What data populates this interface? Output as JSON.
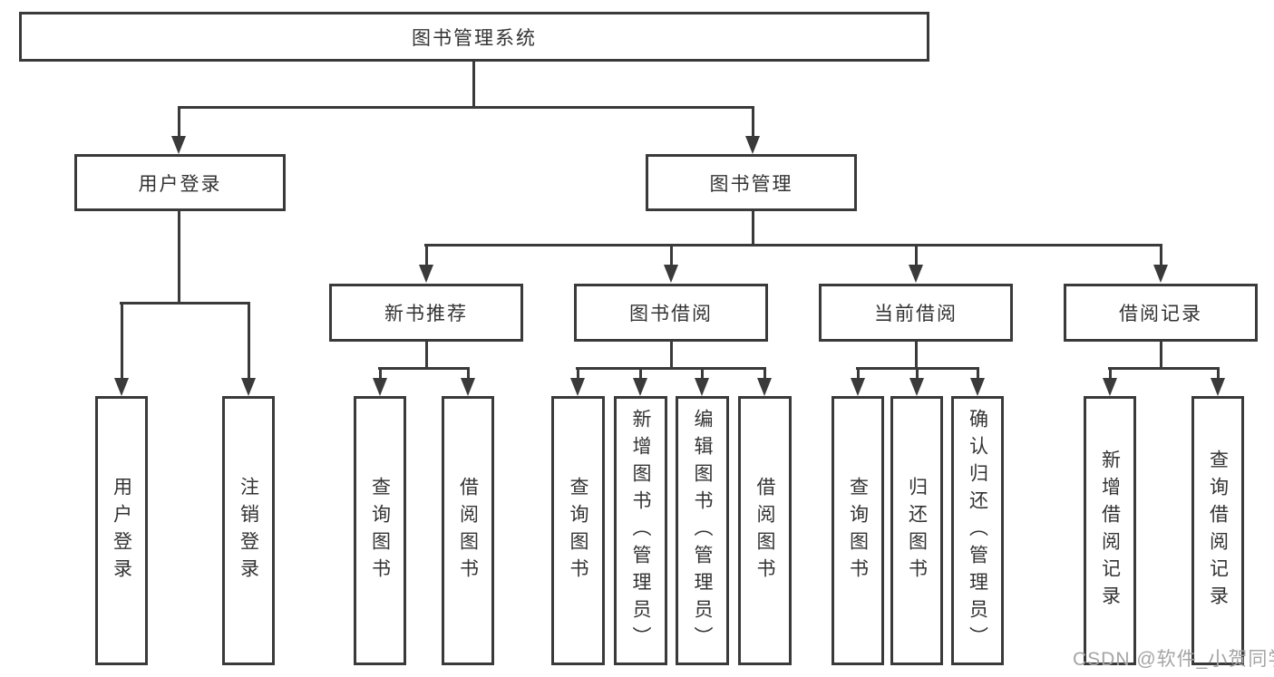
{
  "diagram": {
    "root": {
      "label": "图书管理系统"
    },
    "level2": [
      {
        "label": "用户登录"
      },
      {
        "label": "图书管理"
      }
    ],
    "level3": [
      {
        "label": "新书推荐"
      },
      {
        "label": "图书借阅"
      },
      {
        "label": "当前借阅"
      },
      {
        "label": "借阅记录"
      }
    ],
    "leaves": {
      "user_login": [
        "用户登录",
        "注销登录"
      ],
      "new_book": [
        "查询图书",
        "借阅图书"
      ],
      "borrowing": [
        "查询图书",
        "新增图书（管理员）",
        "编辑图书（管理员）",
        "借阅图书"
      ],
      "current": [
        "查询图书",
        "归还图书",
        "确认归还（管理员）"
      ],
      "records": [
        "新增借阅记录",
        "查询借阅记录"
      ]
    },
    "watermark": "CSDN @软件_小贺同学",
    "colors": {
      "line": "#3a3a3a",
      "text": "#333333",
      "watermark": "#a5a5a5",
      "background": "#ffffff"
    }
  }
}
